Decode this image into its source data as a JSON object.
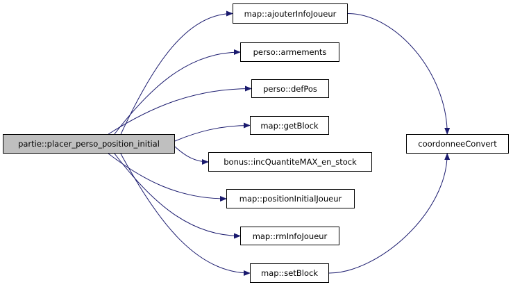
{
  "graph": {
    "root": "partie::placer_perso_position_initial",
    "callees": [
      "map::ajouterInfoJoueur",
      "perso::armements",
      "perso::defPos",
      "map::getBlock",
      "bonus::incQuantiteMAX_en_stock",
      "map::positionInitialJoueur",
      "map::rmInfoJoueur",
      "map::setBlock"
    ],
    "secondary": "coordonneeConvert",
    "edges": [
      {
        "from": "partie::placer_perso_position_initial",
        "to": "map::ajouterInfoJoueur"
      },
      {
        "from": "partie::placer_perso_position_initial",
        "to": "perso::armements"
      },
      {
        "from": "partie::placer_perso_position_initial",
        "to": "perso::defPos"
      },
      {
        "from": "partie::placer_perso_position_initial",
        "to": "map::getBlock"
      },
      {
        "from": "partie::placer_perso_position_initial",
        "to": "bonus::incQuantiteMAX_en_stock"
      },
      {
        "from": "partie::placer_perso_position_initial",
        "to": "map::positionInitialJoueur"
      },
      {
        "from": "partie::placer_perso_position_initial",
        "to": "map::rmInfoJoueur"
      },
      {
        "from": "partie::placer_perso_position_initial",
        "to": "map::setBlock"
      },
      {
        "from": "map::ajouterInfoJoueur",
        "to": "coordonneeConvert"
      },
      {
        "from": "map::setBlock",
        "to": "coordonneeConvert"
      }
    ],
    "colors": {
      "edge": "#1a1a6e",
      "root_fill": "#bfbfbf",
      "node_border": "#000000"
    }
  }
}
